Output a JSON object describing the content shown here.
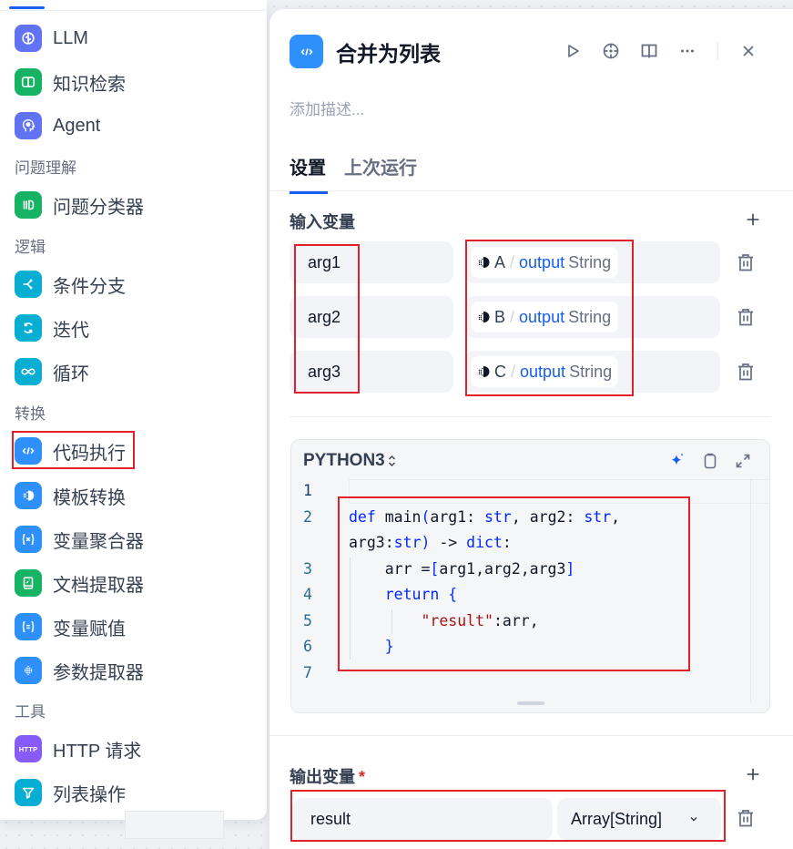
{
  "left_panel": {
    "categories": {
      "understanding": "问题理解",
      "logic": "逻辑",
      "transform": "转换",
      "tools": "工具"
    },
    "items": [
      {
        "label": "LLM",
        "icon": "brain-icon",
        "color": "#6172f3"
      },
      {
        "label": "知识检索",
        "icon": "book-open-icon",
        "color": "#16b364"
      },
      {
        "label": "Agent",
        "icon": "agent-head-icon",
        "color": "#6172f3"
      },
      {
        "label": "问题分类器",
        "icon": "classifier-icon",
        "color": "#16b364"
      },
      {
        "label": "条件分支",
        "icon": "branch-icon",
        "color": "#06aed4"
      },
      {
        "label": "迭代",
        "icon": "iteration-icon",
        "color": "#06aed4"
      },
      {
        "label": "循环",
        "icon": "loop-infinity-icon",
        "color": "#06aed4"
      },
      {
        "label": "代码执行",
        "icon": "code-icon",
        "color": "#2e90fa"
      },
      {
        "label": "模板转换",
        "icon": "template-icon",
        "color": "#2e90fa"
      },
      {
        "label": "变量聚合器",
        "icon": "variable-aggregator-icon",
        "color": "#2e90fa"
      },
      {
        "label": "文档提取器",
        "icon": "doc-extractor-icon",
        "color": "#16b364"
      },
      {
        "label": "变量赋值",
        "icon": "variable-assign-icon",
        "color": "#2e90fa"
      },
      {
        "label": "参数提取器",
        "icon": "param-extractor-icon",
        "color": "#2e90fa"
      },
      {
        "label": "HTTP 请求",
        "icon": "http-icon",
        "color": "#875bf7"
      },
      {
        "label": "列表操作",
        "icon": "filter-icon",
        "color": "#06aed4"
      }
    ],
    "http_icon_text": "HTTP"
  },
  "node_panel": {
    "title": "合并为列表",
    "description_placeholder": "添加描述...",
    "actions": [
      "run-icon",
      "locate-icon",
      "docs-icon",
      "more-icon",
      "close-icon"
    ],
    "tabs": [
      {
        "label": "设置",
        "active": true
      },
      {
        "label": "上次运行",
        "active": false
      }
    ],
    "input_section": {
      "title": "输入变量",
      "rows": [
        {
          "name": "arg1",
          "node": "A",
          "var": "output",
          "type": "String"
        },
        {
          "name": "arg2",
          "node": "B",
          "var": "output",
          "type": "String"
        },
        {
          "name": "arg3",
          "node": "C",
          "var": "output",
          "type": "String"
        }
      ]
    },
    "code_editor": {
      "language": "PYTHON3",
      "line_numbers": [
        "1",
        "2",
        "3",
        "4",
        "5",
        "6",
        "7"
      ],
      "lines": [
        "",
        "def main(arg1: str, arg2: str,",
        "arg3:str) -> dict:",
        "    arr =[arg1,arg2,arg3]",
        "    return {",
        "        \"result\":arr,",
        "    }",
        ""
      ]
    },
    "output_section": {
      "title": "输出变量",
      "required_mark": "*",
      "rows": [
        {
          "name": "result",
          "type": "Array[String]"
        }
      ]
    }
  },
  "colors": {
    "accent": "#155eef",
    "highlight_red": "#e0202a",
    "code_keyword": "#0027ff",
    "code_string": "#a31515"
  }
}
